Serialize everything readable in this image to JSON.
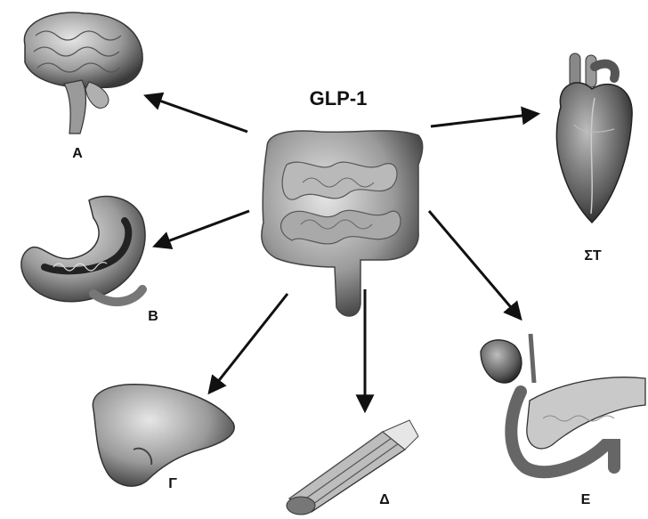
{
  "center": {
    "title": "GLP-1",
    "icon": "intestine-icon"
  },
  "organs": [
    {
      "key": "brain",
      "label": "A",
      "icon": "brain-icon"
    },
    {
      "key": "heart",
      "label": "ΣΤ",
      "icon": "heart-icon"
    },
    {
      "key": "stomach",
      "label": "B",
      "icon": "stomach-icon"
    },
    {
      "key": "liver",
      "label": "Γ",
      "icon": "liver-icon"
    },
    {
      "key": "muscle",
      "label": "Δ",
      "icon": "muscle-icon"
    },
    {
      "key": "pancreas",
      "label": "E",
      "icon": "pancreas-icon"
    }
  ],
  "colors": {
    "arrow": "#111111",
    "organ_dark": "#3a3a3a",
    "organ_mid": "#8a8a8a",
    "organ_light": "#d9d9d9"
  }
}
